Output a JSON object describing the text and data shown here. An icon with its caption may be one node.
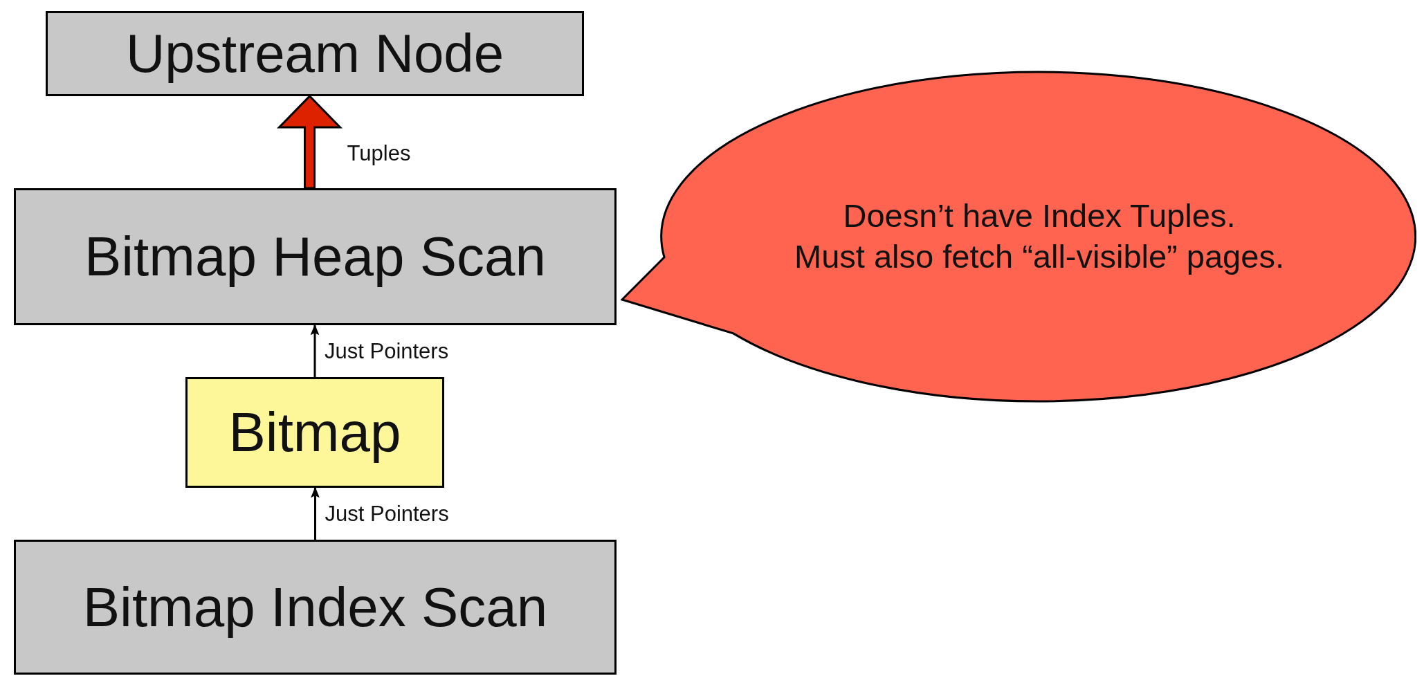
{
  "diagram": {
    "nodes": [
      {
        "text": [
          "Upstream Node"
        ]
      },
      {
        "text": [
          "Bitmap Heap Scan"
        ]
      },
      {
        "text": [
          "Bitmap"
        ]
      },
      {
        "text": [
          "Bitmap Index Scan"
        ]
      },
      {
        "text": [
          "Doesn’t have Index Tuples.",
          "Must also fetch “all-visible” pages."
        ]
      }
    ],
    "edges": [
      {
        "from": 1,
        "to": 0,
        "arrow": "to",
        "label": "Tuples",
        "style": "thick",
        "color": "#dd2200"
      },
      {
        "from": 2,
        "to": 1,
        "arrow": "to",
        "label": "Just Pointers"
      },
      {
        "from": 3,
        "to": 2,
        "arrow": "to",
        "label": "Just Pointers"
      }
    ]
  }
}
